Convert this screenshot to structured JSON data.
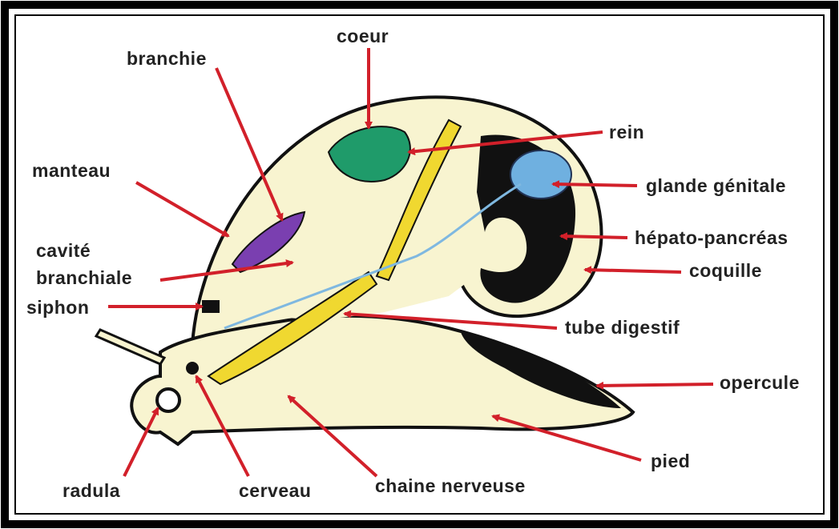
{
  "labels": {
    "coeur": "coeur",
    "branchie": "branchie",
    "rein": "rein",
    "manteau": "manteau",
    "glande_genitale": "glande génitale",
    "cavite_line1": "cavité",
    "cavite_line2": "branchiale",
    "hepato": "hépato-pancréas",
    "coquille": "coquille",
    "siphon": "siphon",
    "tube": "tube digestif",
    "opercule": "opercule",
    "pied": "pied",
    "radula": "radula",
    "cerveau": "cerveau",
    "chaine": "chaine nerveuse"
  },
  "colors": {
    "frame": "#000000",
    "body_fill": "#f8f4d0",
    "gill": "#7a3fb0",
    "heart": "#1f9b6a",
    "gland": "#6fb0e0",
    "digestive": "#f0d830",
    "dark_organ": "#111111",
    "arrow": "#d2202a",
    "nerve": "#7fb8e0"
  }
}
